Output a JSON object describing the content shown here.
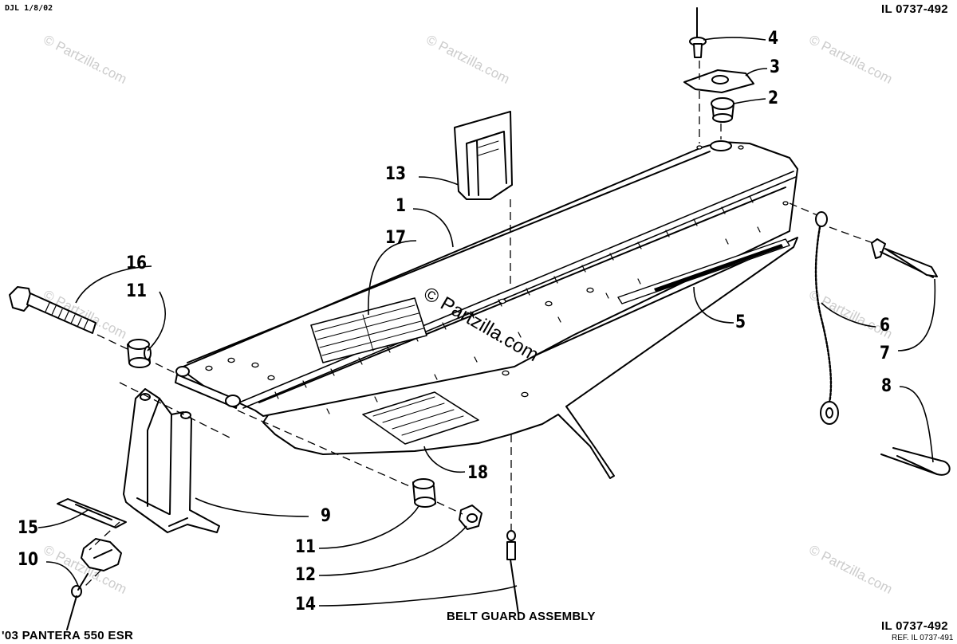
{
  "header": {
    "date_code": "DJL 1/8/02",
    "illustration_id_top": "IL 0737-492"
  },
  "footer": {
    "model": "'03 PANTERA 550 ESR",
    "caption": "BELT GUARD ASSEMBLY",
    "illustration_id_bottom": "IL 0737-492",
    "reference": "REF. IL 0737-491"
  },
  "watermark": {
    "text": "© Partzilla.com"
  },
  "callouts": {
    "c1": "1",
    "c2": "2",
    "c3": "3",
    "c4": "4",
    "c5": "5",
    "c6": "6",
    "c7": "7",
    "c8": "8",
    "c9": "9",
    "c10": "10",
    "c11a": "11",
    "c11b": "11",
    "c12": "12",
    "c13": "13",
    "c14": "14",
    "c15": "15",
    "c16": "16",
    "c17": "17",
    "c18": "18"
  },
  "colors": {
    "line": "#000000",
    "background": "#ffffff",
    "watermark": "#cccccc"
  }
}
